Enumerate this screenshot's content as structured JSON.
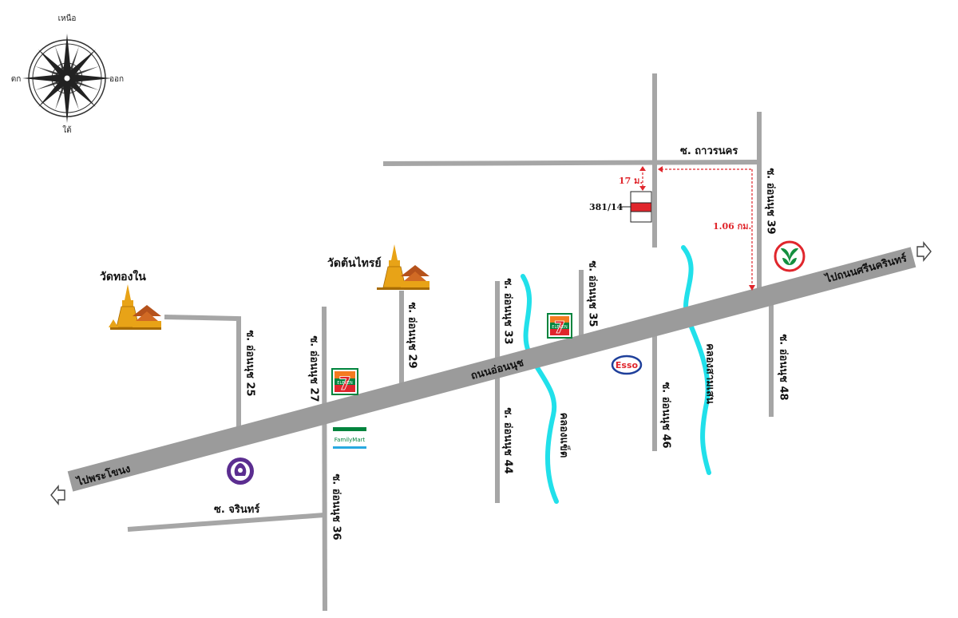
{
  "colors": {
    "road": "#a6a6a6",
    "main_road": "#9b9b9b",
    "canal": "#21e0ea",
    "marker": "#e0262c",
    "seven_green": "#00843d",
    "seven_orange": "#f47b20",
    "seven_red": "#e0262c",
    "kbank_green": "#138f3e",
    "scb_purple": "#5b2d90",
    "esso_blue": "#1e3f9a",
    "temple_gold": "#e8a317",
    "temple_roof": "#b5521b"
  },
  "compass": {
    "north": "เหนือ",
    "east": "ออก",
    "west": "ตก",
    "south": "ใต้"
  },
  "roads": {
    "main": "ถนนอ่อนนุช",
    "thawon_nakhon": "ซ. ถาวรนคร",
    "charin": "ซ. จรินทร์",
    "s25": "ซ. อ่อนนุช 25",
    "s27": "ซ. อ่อนนุช 27",
    "s29": "ซ. อ่อนนุช 29",
    "s33": "ซ. อ่อนนุช 33",
    "s35": "ซ. อ่อนนุช 35",
    "s39": "ซ. อ่อนนุช 39",
    "s36": "ซ. อ่อนนุช 36",
    "s44": "ซ. อ่อนนุช 44",
    "s46": "ซ. อ่อนนุช 46",
    "s48": "ซ. อ่อนนุช 48"
  },
  "directions": {
    "west": "ไปพระโขนง",
    "east": "ไปถนนศรีนครินทร์"
  },
  "canals": {
    "west": "คลองแข็ต",
    "east": "คลองสามเสน"
  },
  "temples": {
    "thong_nai": "วัดทองใน",
    "ton_sai": "วัดต้นไทรย์"
  },
  "landmarks": {
    "seven_eleven": "7",
    "seven_word": "ELEVEN",
    "family_mart": "FamilyMart",
    "esso": "Esso"
  },
  "property": {
    "address": "381/14",
    "distance_short": "17 ม.",
    "distance_long": "1.06 กม."
  }
}
